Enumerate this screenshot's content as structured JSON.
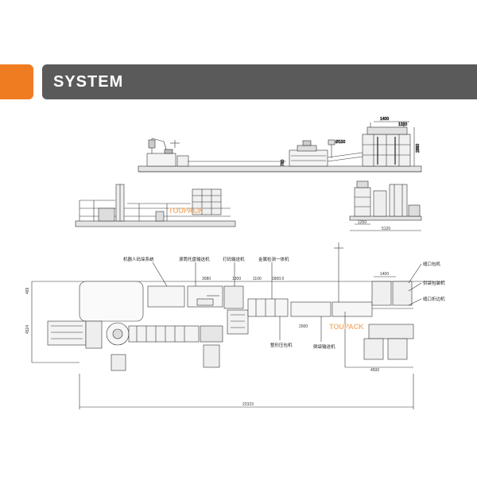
{
  "header": {
    "title": "SYSTEM",
    "accent_color": "#f07c22",
    "bar_color": "#5a5a5a"
  },
  "watermark": {
    "text": "TOUPACK"
  },
  "side_view_top": {
    "dims": [
      "1400",
      "1320",
      "Ø150",
      "780",
      "2880"
    ]
  },
  "side_view_left": {
    "watermark": "TOUPACK"
  },
  "end_view": {
    "dims": [
      "1250",
      "5120"
    ]
  },
  "plan_view": {
    "labels": {
      "robot_system": "机器人码垛系统",
      "tray_conveyor": "滚筒托盘输送机",
      "bag_conveyor": "打码输送机",
      "integrated": "金属检测一体机",
      "flat_conveyor": "整形压包机",
      "turning_conveyor": "倒袋输送机",
      "sewing": "缝口包机",
      "bag_feeding": "供袋包装机",
      "seal": "缝口折边机"
    },
    "dims": {
      "d3080": "3080",
      "d1300": "1300",
      "d1100": "1100",
      "d1800": "1800.0",
      "d2000": "2000",
      "d1400": "1400",
      "d4500": "4500",
      "d22323": "22323",
      "d4524": "4524",
      "d469": "469"
    },
    "watermark": "TOUPACK"
  }
}
